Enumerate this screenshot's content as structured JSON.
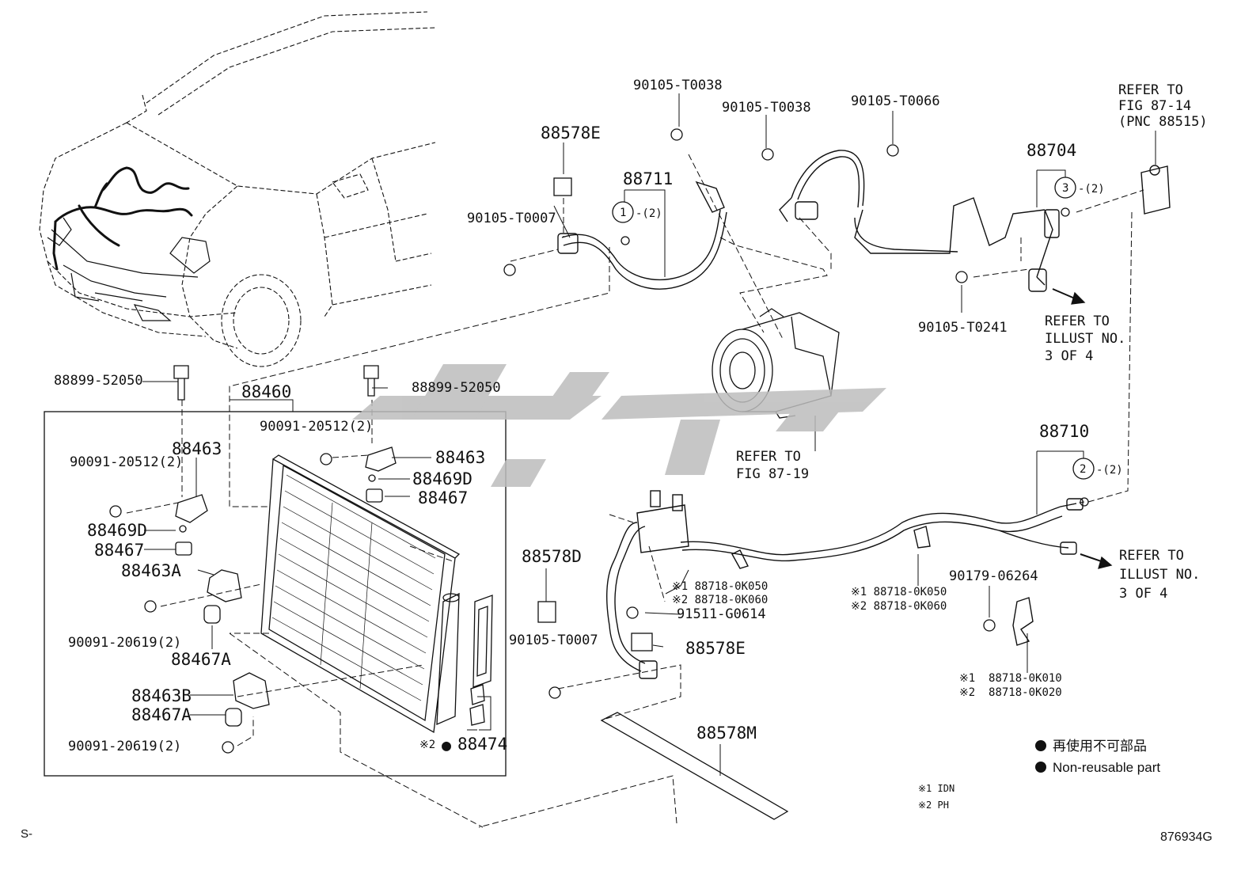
{
  "labels": {
    "p88460": "88460",
    "p88899a": "88899-52050",
    "p88899b": "88899-52050",
    "p90091a": "90091-20512(2)",
    "p90091b": "90091-20512(2)",
    "p88463a": "88463",
    "p88463b": "88463",
    "p88469Da": "88469D",
    "p88469Db": "88469D",
    "p88467a": "88467",
    "p88467b": "88467",
    "p88463A": "88463A",
    "p90091c": "90091-20619(2)",
    "p88467A1": "88467A",
    "p88463B": "88463B",
    "p88467A2": "88467A",
    "p90091d": "90091-20619(2)",
    "p88474mark": "※2",
    "p88474": "88474",
    "p88578E1": "88578E",
    "p88711": "88711",
    "p90105T0007a": "90105-T0007",
    "p90105T0038a": "90105-T0038",
    "p90105T0038b": "90105-T0038",
    "p90105T0066": "90105-T0066",
    "p88704": "88704",
    "pRefer1a": "REFER TO",
    "pRefer1b": "FIG 87-14",
    "pRefer1c": "(PNC 88515)",
    "p90105T0241": "90105-T0241",
    "pRefer2a": "REFER TO",
    "pRefer2b": "ILLUST NO.",
    "pRefer2c": "3 OF 4",
    "pRefer3a": "REFER TO",
    "pRefer3b": "FIG 87-19",
    "p88710": "88710",
    "pRefer4a": "REFER TO",
    "pRefer4b": "ILLUST NO.",
    "pRefer4c": "3 OF 4",
    "p88578D": "88578D",
    "p90105T0007b": "90105-T0007",
    "p88718a1": "※1 88718-0K050",
    "p88718a2": "※2 88718-0K060",
    "p91511": "91511-G0614",
    "p88578E2": "88578E",
    "p88718b1": "※1 88718-0K050",
    "p88718b2": "※2 88718-0K060",
    "p90179": "90179-06264",
    "p88718c1": "※1  88718-0K010",
    "p88718c2": "※2  88718-0K020",
    "p88578M": "88578M",
    "circle1": "1",
    "circle2": "2",
    "circle3": "3",
    "qty1": "-(2)",
    "qty2": "-(2)",
    "qty3": "-(2)"
  },
  "legend": {
    "line1": "再使用不可部品",
    "line2": "Non-reusable part",
    "note1": "※1 IDN",
    "note2": "※2 PH"
  },
  "footer": {
    "left": "S-",
    "code": "876934G"
  },
  "colors": {
    "ink": "#111111",
    "watermark": "#bdbdbd"
  }
}
